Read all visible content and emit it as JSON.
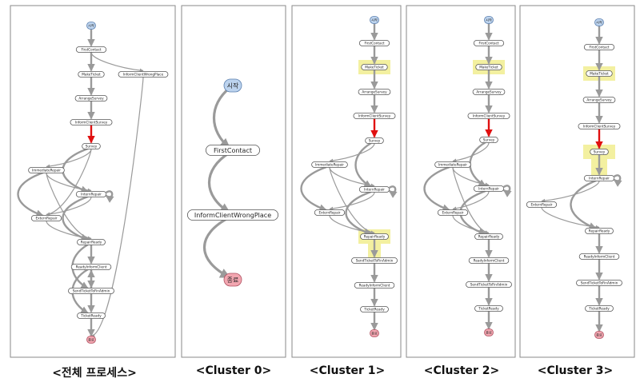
{
  "panels": [
    {
      "caption": "<전체 프로세스>",
      "nodes": [
        {
          "id": "s",
          "label": "시작",
          "kind": "start"
        },
        {
          "id": "fc",
          "label": "FirstContact"
        },
        {
          "id": "icwp",
          "label": "InformClientWrongPlace"
        },
        {
          "id": "mt",
          "label": "MakeTicket"
        },
        {
          "id": "as",
          "label": "ArrangeSurvey"
        },
        {
          "id": "ics",
          "label": "InformClientSurvey"
        },
        {
          "id": "sv",
          "label": "Survey"
        },
        {
          "id": "ir",
          "label": "ImmediateRepair"
        },
        {
          "id": "inr",
          "label": "InternRepair"
        },
        {
          "id": "er",
          "label": "ExternRepair"
        },
        {
          "id": "rr",
          "label": "RepairReady"
        },
        {
          "id": "ric",
          "label": "ReadyInformClient"
        },
        {
          "id": "stta",
          "label": "SendTicketToFinAdmin"
        },
        {
          "id": "tr",
          "label": "TicketReady"
        },
        {
          "id": "e",
          "label": "종료",
          "kind": "end"
        }
      ],
      "edges": [
        [
          "s",
          "fc"
        ],
        [
          "fc",
          "mt"
        ],
        [
          "fc",
          "icwp"
        ],
        [
          "icwp",
          "e"
        ],
        [
          "mt",
          "as"
        ],
        [
          "as",
          "ics"
        ],
        [
          "ics",
          "sv",
          "red"
        ],
        [
          "sv",
          "ir"
        ],
        [
          "sv",
          "inr"
        ],
        [
          "sv",
          "er"
        ],
        [
          "ir",
          "inr"
        ],
        [
          "ir",
          "er"
        ],
        [
          "inr",
          "er"
        ],
        [
          "inr",
          "inr"
        ],
        [
          "inr",
          "rr"
        ],
        [
          "er",
          "rr"
        ],
        [
          "ir",
          "rr"
        ],
        [
          "rr",
          "ric"
        ],
        [
          "rr",
          "stta"
        ],
        [
          "ric",
          "stta"
        ],
        [
          "stta",
          "ric"
        ],
        [
          "ric",
          "tr"
        ],
        [
          "stta",
          "tr"
        ],
        [
          "tr",
          "e"
        ]
      ]
    },
    {
      "caption": "<Cluster 0>",
      "nodes": [
        {
          "id": "s",
          "label": "시작",
          "kind": "start"
        },
        {
          "id": "fc",
          "label": "FirstContact"
        },
        {
          "id": "icwp",
          "label": "InformClientWrongPlace"
        },
        {
          "id": "e",
          "label": "종료",
          "kind": "end"
        }
      ],
      "edges": [
        [
          "s",
          "fc"
        ],
        [
          "fc",
          "icwp"
        ],
        [
          "icwp",
          "e"
        ]
      ]
    },
    {
      "caption": "<Cluster 1>",
      "nodes": [
        {
          "id": "s",
          "label": "시작",
          "kind": "start"
        },
        {
          "id": "fc",
          "label": "FirstContact"
        },
        {
          "id": "mt",
          "label": "MakeTicket",
          "highlight": true
        },
        {
          "id": "as",
          "label": "ArrangeSurvey"
        },
        {
          "id": "ics",
          "label": "InformClientSurvey"
        },
        {
          "id": "sv",
          "label": "Survey"
        },
        {
          "id": "ir",
          "label": "ImmediateRepair"
        },
        {
          "id": "inr",
          "label": "InternRepair"
        },
        {
          "id": "er",
          "label": "ExternRepair"
        },
        {
          "id": "rr",
          "label": "RepairReady",
          "highlight": true
        },
        {
          "id": "stta",
          "label": "SendTicketToFinAdmin"
        },
        {
          "id": "ric",
          "label": "ReadyInformClient"
        },
        {
          "id": "tr",
          "label": "TicketReady"
        },
        {
          "id": "e",
          "label": "종료",
          "kind": "end"
        }
      ],
      "edges": [
        [
          "s",
          "fc"
        ],
        [
          "fc",
          "mt"
        ],
        [
          "mt",
          "as"
        ],
        [
          "as",
          "ics"
        ],
        [
          "ics",
          "sv",
          "red"
        ],
        [
          "sv",
          "ir"
        ],
        [
          "sv",
          "inr"
        ],
        [
          "ir",
          "inr"
        ],
        [
          "ir",
          "er"
        ],
        [
          "inr",
          "er"
        ],
        [
          "inr",
          "inr"
        ],
        [
          "inr",
          "rr"
        ],
        [
          "er",
          "rr"
        ],
        [
          "ir",
          "rr"
        ],
        [
          "rr",
          "stta"
        ],
        [
          "stta",
          "ric"
        ],
        [
          "ric",
          "tr"
        ],
        [
          "tr",
          "e"
        ]
      ]
    },
    {
      "caption": "<Cluster 2>",
      "nodes": [
        {
          "id": "s",
          "label": "시작",
          "kind": "start"
        },
        {
          "id": "fc",
          "label": "FirstContact"
        },
        {
          "id": "mt",
          "label": "MakeTicket",
          "highlight": true
        },
        {
          "id": "as",
          "label": "ArrangeSurvey"
        },
        {
          "id": "ics",
          "label": "InformClientSurvey"
        },
        {
          "id": "sv",
          "label": "Survey"
        },
        {
          "id": "ir",
          "label": "ImmediateRepair"
        },
        {
          "id": "inr",
          "label": "InternRepair"
        },
        {
          "id": "er",
          "label": "ExternRepair"
        },
        {
          "id": "rr",
          "label": "RepairReady"
        },
        {
          "id": "ric",
          "label": "ReadyInformClient"
        },
        {
          "id": "stta",
          "label": "SendTicketToFinAdmin"
        },
        {
          "id": "tr",
          "label": "TicketReady"
        },
        {
          "id": "e",
          "label": "종료",
          "kind": "end"
        }
      ],
      "edges": [
        [
          "s",
          "fc"
        ],
        [
          "fc",
          "mt"
        ],
        [
          "mt",
          "as"
        ],
        [
          "as",
          "ics"
        ],
        [
          "ics",
          "sv",
          "red"
        ],
        [
          "sv",
          "ir"
        ],
        [
          "sv",
          "inr"
        ],
        [
          "ir",
          "inr"
        ],
        [
          "ir",
          "er"
        ],
        [
          "inr",
          "er"
        ],
        [
          "inr",
          "inr"
        ],
        [
          "inr",
          "rr"
        ],
        [
          "er",
          "rr"
        ],
        [
          "ir",
          "rr"
        ],
        [
          "rr",
          "ric"
        ],
        [
          "ric",
          "stta"
        ],
        [
          "stta",
          "tr"
        ],
        [
          "tr",
          "e"
        ]
      ]
    },
    {
      "caption": "<Cluster 3>",
      "nodes": [
        {
          "id": "s",
          "label": "시작",
          "kind": "start"
        },
        {
          "id": "fc",
          "label": "FirstContact"
        },
        {
          "id": "mt",
          "label": "MakeTicket",
          "highlight": true
        },
        {
          "id": "as",
          "label": "ArrangeSurvey"
        },
        {
          "id": "ics",
          "label": "InformClientSurvey"
        },
        {
          "id": "sv",
          "label": "Survey",
          "highlight": true
        },
        {
          "id": "inr",
          "label": "InternRepair"
        },
        {
          "id": "er",
          "label": "ExternRepair"
        },
        {
          "id": "rr",
          "label": "RepairReady"
        },
        {
          "id": "ric",
          "label": "ReadyInformClient"
        },
        {
          "id": "stta",
          "label": "SendTicketToFinAdmin"
        },
        {
          "id": "tr",
          "label": "TicketReady"
        },
        {
          "id": "e",
          "label": "종료",
          "kind": "end"
        }
      ],
      "edges": [
        [
          "s",
          "fc"
        ],
        [
          "fc",
          "mt"
        ],
        [
          "mt",
          "as"
        ],
        [
          "as",
          "ics"
        ],
        [
          "ics",
          "sv",
          "red"
        ],
        [
          "sv",
          "inr"
        ],
        [
          "inr",
          "inr"
        ],
        [
          "inr",
          "er"
        ],
        [
          "inr",
          "rr"
        ],
        [
          "er",
          "rr"
        ],
        [
          "rr",
          "ric"
        ],
        [
          "ric",
          "stta"
        ],
        [
          "stta",
          "tr"
        ],
        [
          "tr",
          "e"
        ]
      ]
    }
  ],
  "colors": {
    "panel_border": "#8a8a8a",
    "edge": "#9a9a9a",
    "edge_red": "#e01010",
    "node_fill": "#ffffff",
    "node_stroke": "#555555",
    "start_fill": "#bcd3ee",
    "start_stroke": "#5a7fae",
    "end_fill": "#f2a6b0",
    "end_stroke": "#b05060",
    "highlight": "#f3f0a0"
  }
}
